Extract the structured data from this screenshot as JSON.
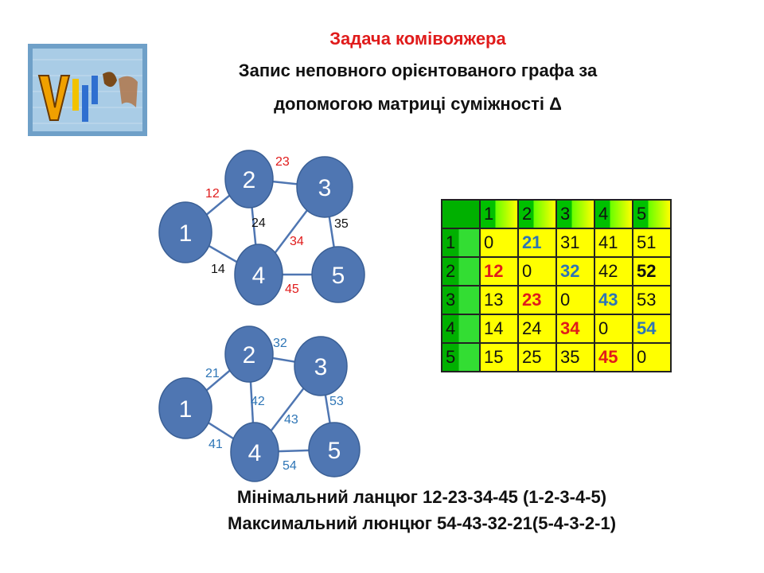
{
  "title": {
    "line1": "Задача комівояжера",
    "line2": "Запис неповного орієнтованого графа за",
    "line3": "допомогою матриці суміжності Δ"
  },
  "graph_top": {
    "nodes": [
      "1",
      "2",
      "3",
      "4",
      "5"
    ],
    "edges": [
      "12",
      "23",
      "24",
      "34",
      "35",
      "14",
      "45"
    ]
  },
  "graph_bottom": {
    "nodes": [
      "1",
      "2",
      "3",
      "4",
      "5"
    ],
    "edges": [
      "21",
      "32",
      "42",
      "43",
      "53",
      "41",
      "54"
    ]
  },
  "matrix": {
    "header": [
      "",
      "1",
      "2",
      "3",
      "4",
      "5"
    ],
    "rows": [
      [
        "1",
        "0",
        "21",
        "31",
        "41",
        "51"
      ],
      [
        "2",
        "12",
        "0",
        "32",
        "42",
        "52"
      ],
      [
        "3",
        "13",
        "23",
        "0",
        "43",
        "53"
      ],
      [
        "4",
        "14",
        "24",
        "34",
        "0",
        "54"
      ],
      [
        "5",
        "15",
        "25",
        "35",
        "45",
        "0"
      ]
    ]
  },
  "colors": {
    "red": "#e01b1b",
    "blue": "#2e75b6",
    "node": "#4f76b2",
    "yellow": "#ffff00",
    "green": "#00b000"
  },
  "footer": {
    "line1": "Мінімальний ланцюг 12-23-34-45 (1-2-3-4-5)",
    "line2": "Максимальний люнцюг 54-43-32-21(5-4-3-2-1)"
  }
}
